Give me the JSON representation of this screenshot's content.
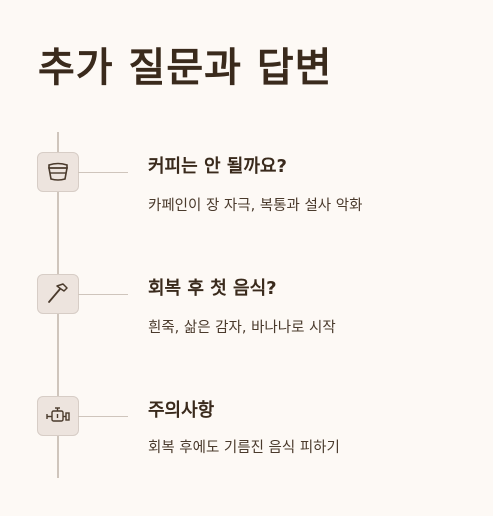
{
  "page": {
    "title": "추가 질문과 답변"
  },
  "items": [
    {
      "icon": "coffee-cup-icon",
      "title": "커피는 안 될까요?",
      "description": "카페인이 장 자극, 복통과 설사 악화"
    },
    {
      "icon": "hammer-icon",
      "title": "회복 후 첫 음식?",
      "description": "흰죽, 삶은 감자, 바나나로 시작"
    },
    {
      "icon": "engine-icon",
      "title": "주의사항",
      "description": "회복 후에도 기름진 음식 피하기"
    }
  ],
  "colors": {
    "background": "#fdf9f5",
    "text": "#3a2a1c",
    "icon_box": "#ede4de",
    "line": "#cfc5bc"
  }
}
